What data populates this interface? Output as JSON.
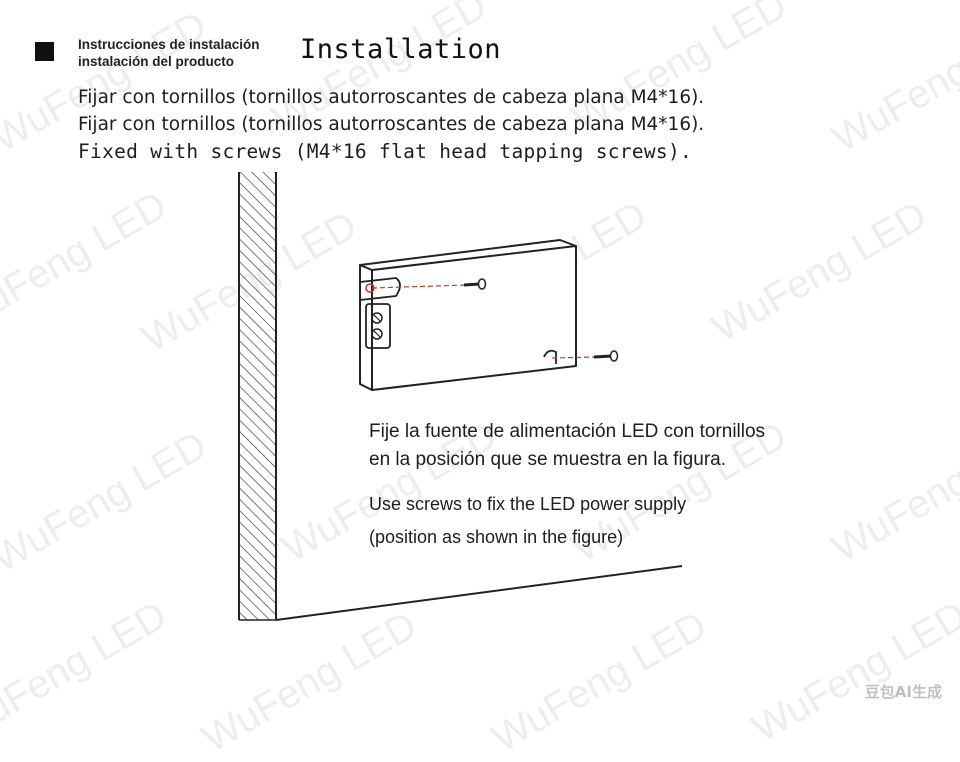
{
  "header": {
    "subtitle_line1": "Instrucciones de instalación",
    "subtitle_line2": "instalación del producto",
    "title": "Installation"
  },
  "instructions": {
    "line1": "Fijar con tornillos (tornillos autorroscantes de cabeza plana M4*16).",
    "line2": "Fijar con tornillos (tornillos autorroscantes de cabeza plana M4*16).",
    "line3": "Fixed with screws (M4*16 flat head tapping screws)."
  },
  "figure_caption": {
    "es_line1": "Fije la fuente de alimentación LED con tornillos",
    "es_line2": "en la posición que se muestra en la figura.",
    "en_line1": "Use screws to fix the LED power supply",
    "en_line2": "(position as shown in the figure)"
  },
  "watermark": {
    "text": "WuFeng LED"
  },
  "corner_badge": {
    "text": "豆包AI生成"
  },
  "colors": {
    "screw_line": "#c0392b",
    "ink": "#1a1a1a"
  }
}
